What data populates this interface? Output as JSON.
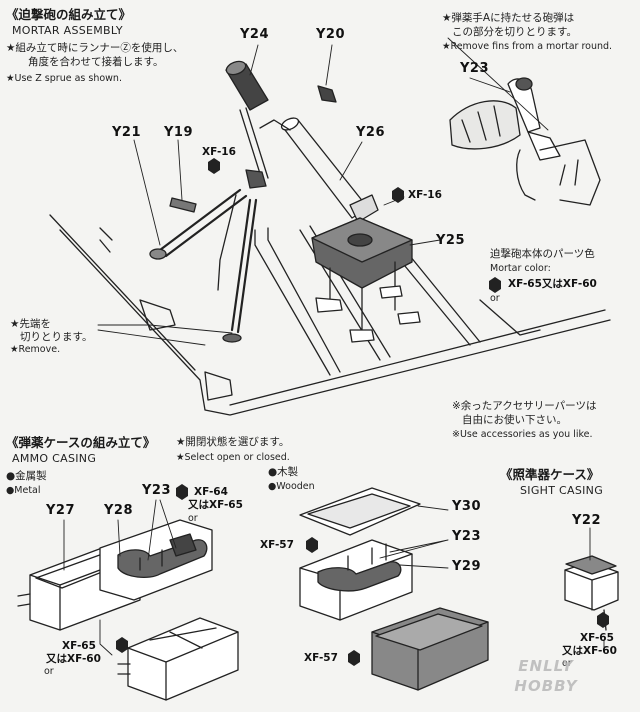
{
  "mortar": {
    "title_jp": "《迫撃砲の組み立て》",
    "title_en": "MORTAR ASSEMBLY",
    "note_jp_1": "★組み立て時にランナーⓏを使用し、",
    "note_jp_2": "角度を合わせて接着します。",
    "note_en": "★Use Z sprue as shown.",
    "remove_jp_1": "★先端を",
    "remove_jp_2": "切りとります。",
    "remove_en": "★Remove.",
    "paint_xf16_a": "XF-16",
    "paint_xf16_b": "XF-16"
  },
  "fins": {
    "note_jp_1": "★弾薬手Aに持たせる砲弾は",
    "note_jp_2": "この部分を切りとります。",
    "note_en": "★Remove fins from a mortar round."
  },
  "mortar_color": {
    "label_jp": "迫撃砲本体のパーツ色",
    "label_en": "Mortar color:",
    "paint": "XF-65又はXF-60",
    "or": "or"
  },
  "accessories": {
    "note_jp_1": "※余ったアクセサリーパーツは",
    "note_jp_2": "自由にお使い下さい。",
    "note_en": "※Use accessories as you like."
  },
  "ammo": {
    "title_jp": "《弾薬ケースの組み立て》",
    "title_en": "AMMO CASING",
    "select_jp": "★開閉状態を選びます。",
    "select_en": "★Select open or closed.",
    "metal_jp": "●金属製",
    "metal_en": "●Metal",
    "wooden_jp": "●木製",
    "wooden_en": "●Wooden",
    "paint_xf64": "XF-64",
    "paint_xf64_alt": "又はXF-65",
    "paint_xf64_or": "or",
    "paint_xf65": "XF-65",
    "paint_xf65_alt": "又はXF-60",
    "paint_xf65_or": "or",
    "paint_xf57_a": "XF-57",
    "paint_xf57_b": "XF-57"
  },
  "sight": {
    "title_jp": "《照準器ケース》",
    "title_en": "SIGHT CASING",
    "paint": "XF-65",
    "paint_alt": "又はXF-60",
    "or": "or"
  },
  "parts": {
    "y24": "Y24",
    "y20": "Y20",
    "y23_top": "Y23",
    "y21": "Y21",
    "y19": "Y19",
    "y26": "Y26",
    "y25": "Y25",
    "y27": "Y27",
    "y28": "Y28",
    "y23_ammo": "Y23",
    "y30": "Y30",
    "y23_wood": "Y23",
    "y29": "Y29",
    "y22": "Y22"
  },
  "watermark": {
    "line1": "ENLLY",
    "line2": "HOBBY"
  },
  "colors": {
    "ink": "#222222",
    "paper": "#f4f4f2",
    "fill": "#555555"
  }
}
